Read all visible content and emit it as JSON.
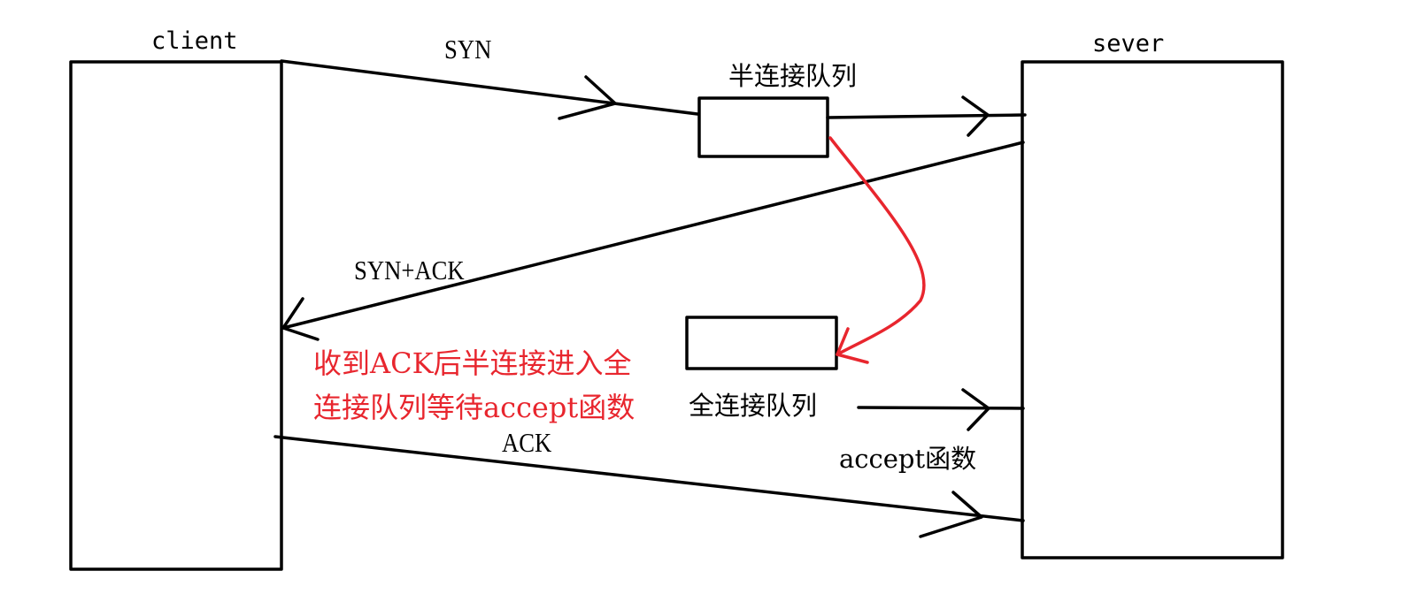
{
  "colors": {
    "stroke": "#000000",
    "transfer_arrow": "#e8262e",
    "note_text": "#e8262e",
    "background": "#ffffff"
  },
  "nodes": {
    "client": {
      "label": "client"
    },
    "server": {
      "label": "sever"
    },
    "half_queue": {
      "label": "半连接队列"
    },
    "full_queue": {
      "label": "全连接队列"
    }
  },
  "messages": {
    "syn": "SYN",
    "syn_ack": "SYN+ACK",
    "ack": "ACK",
    "accept": "accept函数"
  },
  "note": {
    "line1": "收到ACK后半连接进入全",
    "line2": "连接队列等待accept函数"
  }
}
